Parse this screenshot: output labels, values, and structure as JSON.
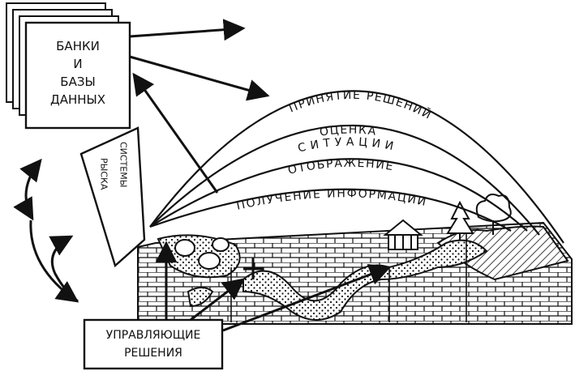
{
  "banks": {
    "line1": "БАНКИ",
    "line2": "И",
    "line3": "БАЗЫ",
    "line4": "ДАННЫХ"
  },
  "card": {
    "left_column": "РЫСКА",
    "right_column": "СИСТЕМЫ"
  },
  "arcs": {
    "decision": "ПРИНЯТИЕ РЕШЕНИЙ",
    "evaluation_1": "ОЦЕНКА",
    "evaluation_2": "СИТУАЦИИ",
    "display": "ОТОБРАЖЕНИЕ",
    "information": "ПОЛУЧЕНИЕ ИНФОРМАЦИИ"
  },
  "control": {
    "line1": "УПРАВЛЯЮЩИЕ",
    "line2": "РЕШЕНИЯ"
  },
  "colors": {
    "ink": "#111111",
    "paper": "#ffffff"
  }
}
